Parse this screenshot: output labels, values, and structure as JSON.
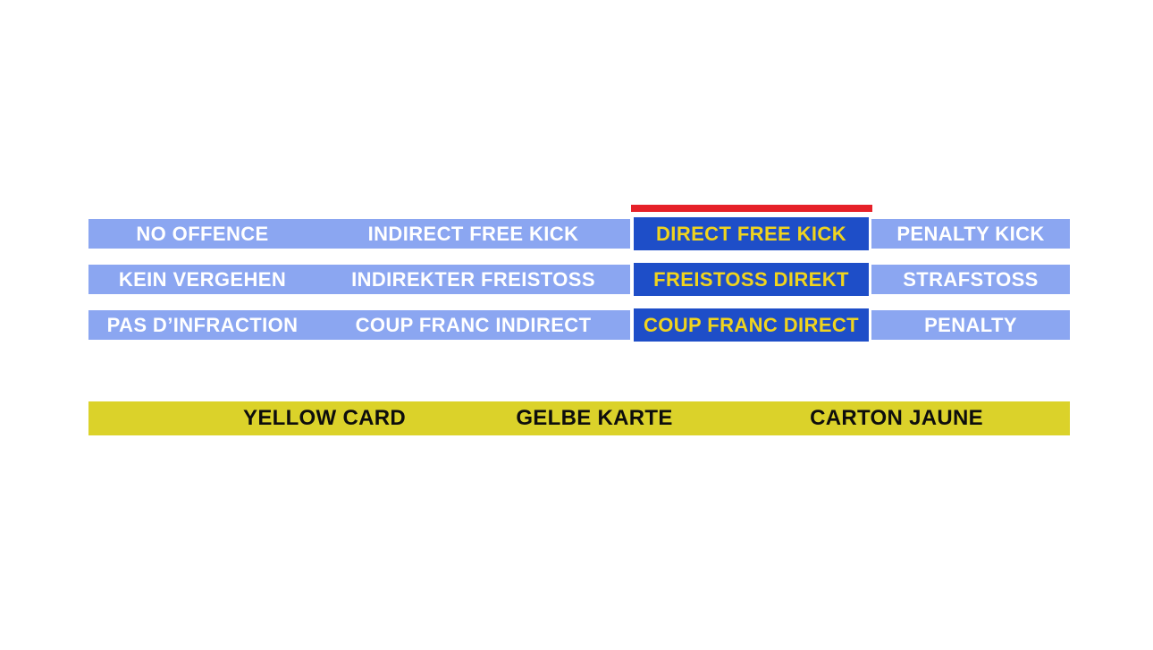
{
  "quiz": {
    "selected_option": "DIRECT FREE KICK",
    "rows": [
      {
        "cells": [
          {
            "label": "NO OFFENCE",
            "state": "normal"
          },
          {
            "label": "INDIRECT FREE KICK",
            "state": "normal"
          },
          {
            "label": "DIRECT FREE KICK",
            "state": "selected"
          },
          {
            "label": "PENALTY KICK",
            "state": "normal"
          }
        ]
      },
      {
        "cells": [
          {
            "label": "KEIN VERGEHEN",
            "state": "normal"
          },
          {
            "label": "INDIREKTER FREISTOSS",
            "state": "normal"
          },
          {
            "label": "FREISTOSS DIREKT",
            "state": "selected"
          },
          {
            "label": "STRAFSTOSS",
            "state": "normal"
          }
        ]
      },
      {
        "cells": [
          {
            "label": "PAS D’INFRACTION",
            "state": "normal"
          },
          {
            "label": "COUP FRANC INDIRECT",
            "state": "normal"
          },
          {
            "label": "COUP FRANC DIRECT",
            "state": "selected"
          },
          {
            "label": "PENALTY",
            "state": "normal"
          }
        ]
      }
    ]
  },
  "card_bar": {
    "labels": [
      "YELLOW CARD",
      "GELBE KARTE",
      "CARTON JAUNE"
    ]
  },
  "colors": {
    "option_default_bg": "#8ba6f1",
    "option_default_text": "#ffffff",
    "option_selected_bg": "#1e4ec8",
    "option_selected_text": "#f0d41e",
    "selection_marker": "#e62129",
    "card_bar_bg": "#dbd22a",
    "card_bar_text": "#0d0d0d"
  }
}
